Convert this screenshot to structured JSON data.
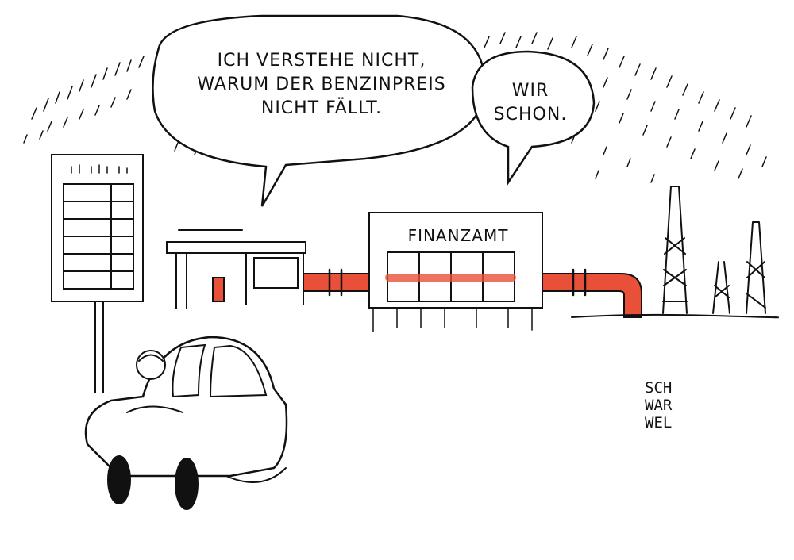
{
  "cartoon": {
    "speech_bubble_left": {
      "lines": [
        "ICH VERSTEHE NICHT,",
        "WARUM DER BENZINPREIS",
        "NICHT FÄLLT."
      ]
    },
    "speech_bubble_right": {
      "lines": [
        "WIR",
        "SCHON."
      ]
    },
    "building_sign": "FINANZAMT",
    "signature": [
      "SCH",
      "WAR",
      "WEL"
    ],
    "colors": {
      "pipe": "#e8503a",
      "ink": "#111111",
      "background": "#ffffff"
    }
  }
}
